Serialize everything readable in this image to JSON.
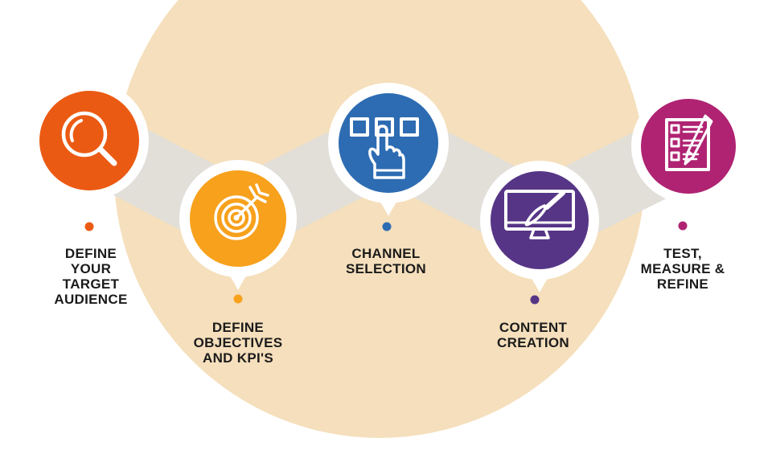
{
  "palette": {
    "background": "#ffffff",
    "background_circle": "#f5dfbc",
    "ribbon": "#e2dfd9",
    "node_ring": "#ffffff",
    "icon_stroke": "#ffffff",
    "text": "#1b1b1b"
  },
  "steps": [
    {
      "id": "define-your-target-audience",
      "icon": "magnifier-icon",
      "color": "#eb5a13",
      "label_lines": [
        "DEFINE",
        "YOUR",
        "TARGET",
        "AUDIENCE"
      ]
    },
    {
      "id": "define-objectives-and-kpis",
      "icon": "target-dart-icon",
      "color": "#f7a11c",
      "label_lines": [
        "DEFINE",
        "OBJECTIVES",
        "AND KPI'S"
      ]
    },
    {
      "id": "channel-selection",
      "icon": "hand-select-icon",
      "color": "#2d6cb2",
      "label_lines": [
        "CHANNEL",
        "SELECTION"
      ]
    },
    {
      "id": "content-creation",
      "icon": "monitor-paintbrush-icon",
      "color": "#563586",
      "label_lines": [
        "CONTENT",
        "CREATION"
      ]
    },
    {
      "id": "test-measure-refine",
      "icon": "checklist-pen-icon",
      "color": "#af2372",
      "label_lines": [
        "TEST,",
        "MEASURE &",
        "REFINE"
      ]
    }
  ]
}
